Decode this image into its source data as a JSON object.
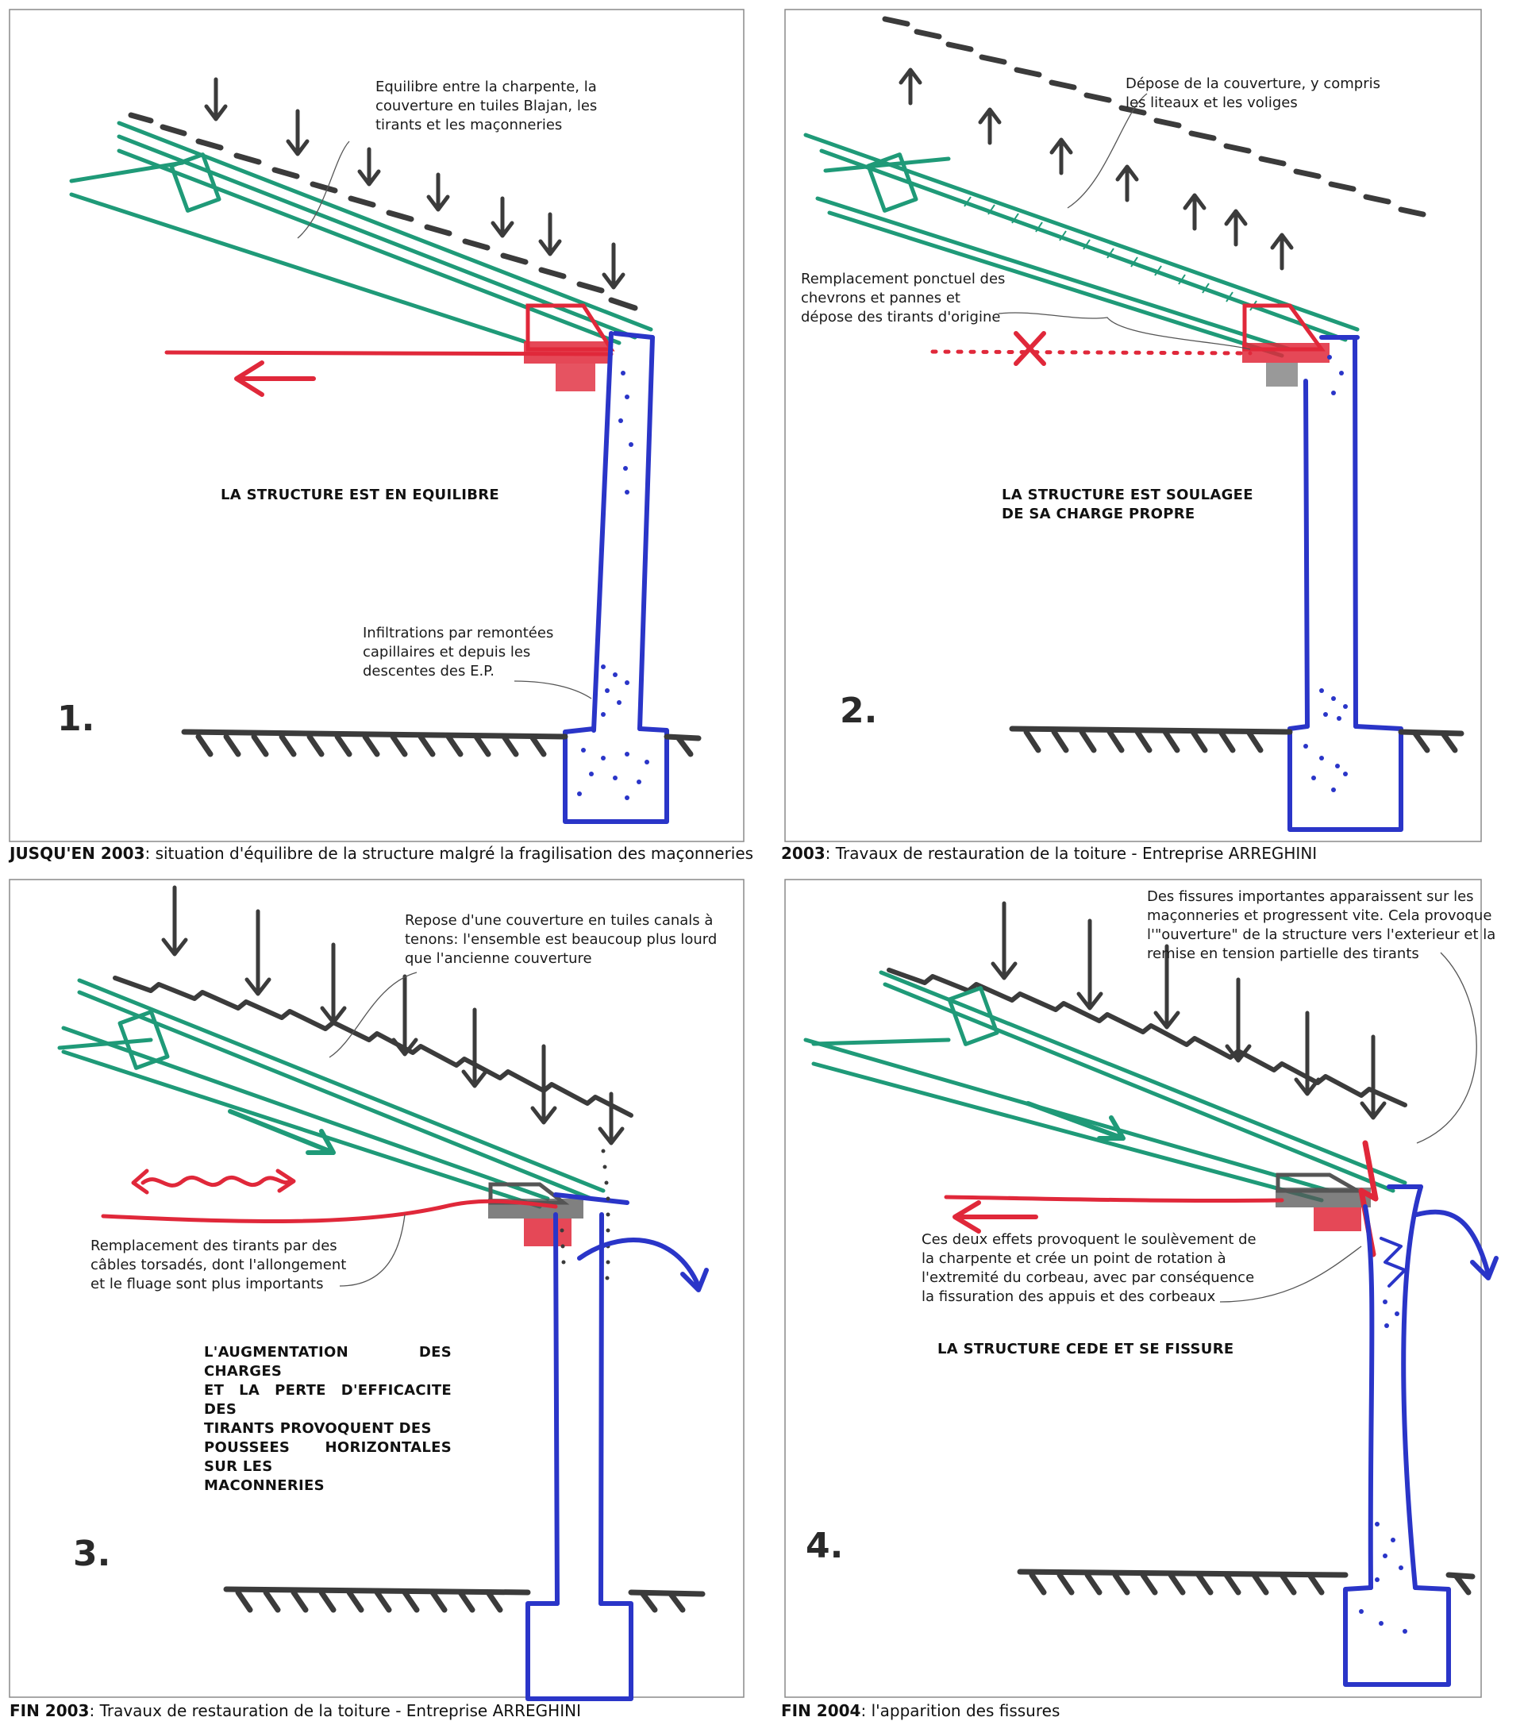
{
  "panels": [
    {
      "number": "1.",
      "annotation_top": "Equilibre entre la charpente, la\ncouverture en tuiles Blajan, les\ntirants et les maçonneries",
      "annotation_bottom": "Infiltrations par remontées\ncapillaires et depuis les\ndescentes des E.P.",
      "statement": "LA STRUCTURE EST EN EQUILIBRE",
      "caption_bold": "JUSQU'EN 2003",
      "caption_rest": ": situation d'équilibre de la structure malgré la fragilisation des maçonneries"
    },
    {
      "number": "2.",
      "annotation_top": "Dépose de la couverture, y compris\nles liteaux et les voliges",
      "annotation_middle": "Remplacement ponctuel des\nchevrons et pannes et\ndépose des tirants d'origine",
      "statement": "LA STRUCTURE EST SOULAGEE\nDE SA CHARGE PROPRE",
      "caption_bold": "2003",
      "caption_rest": ": Travaux de restauration de la toiture - Entreprise ARREGHINI"
    },
    {
      "number": "3.",
      "annotation_top": "Repose d'une couverture en tuiles canals à\ntenons: l'ensemble est beaucoup plus lourd\nque l'ancienne couverture",
      "annotation_middle": "Remplacement des tirants par des\ncâbles torsadés, dont l'allongement\net le fluage sont plus importants",
      "statement": "L'AUGMENTATION DES CHARGES\nET LA PERTE D'EFFICACITE DES\nTIRANTS PROVOQUENT DES\nPOUSSEES HORIZONTALES SUR LES\nMACONNERIES",
      "caption_bold": "FIN 2003",
      "caption_rest": ": Travaux de restauration de la toiture - Entreprise ARREGHINI"
    },
    {
      "number": "4.",
      "annotation_top": "Des fissures importantes apparaissent sur les\nmaçonneries et progressent vite. Cela provoque\nl'\"ouverture\" de la structure vers l'exterieur et la\nremise en tension partielle des tirants",
      "annotation_middle": "Ces deux effets provoquent le soulèvement de\nla charpente et crée un point de rotation à\nl'extremité du corbeau, avec par conséquence\nla fissuration des appuis et des corbeaux",
      "statement": "LA STRUCTURE CEDE ET SE FISSURE",
      "caption_bold": "FIN 2004",
      "caption_rest": ": l'apparition des fissures"
    }
  ],
  "colors": {
    "structure": "#1f9a78",
    "roof_tiles": "#3b3b3b",
    "masonry": "#2a35c8",
    "thrust": "#e0283a",
    "frame": "#8a8a8a"
  }
}
